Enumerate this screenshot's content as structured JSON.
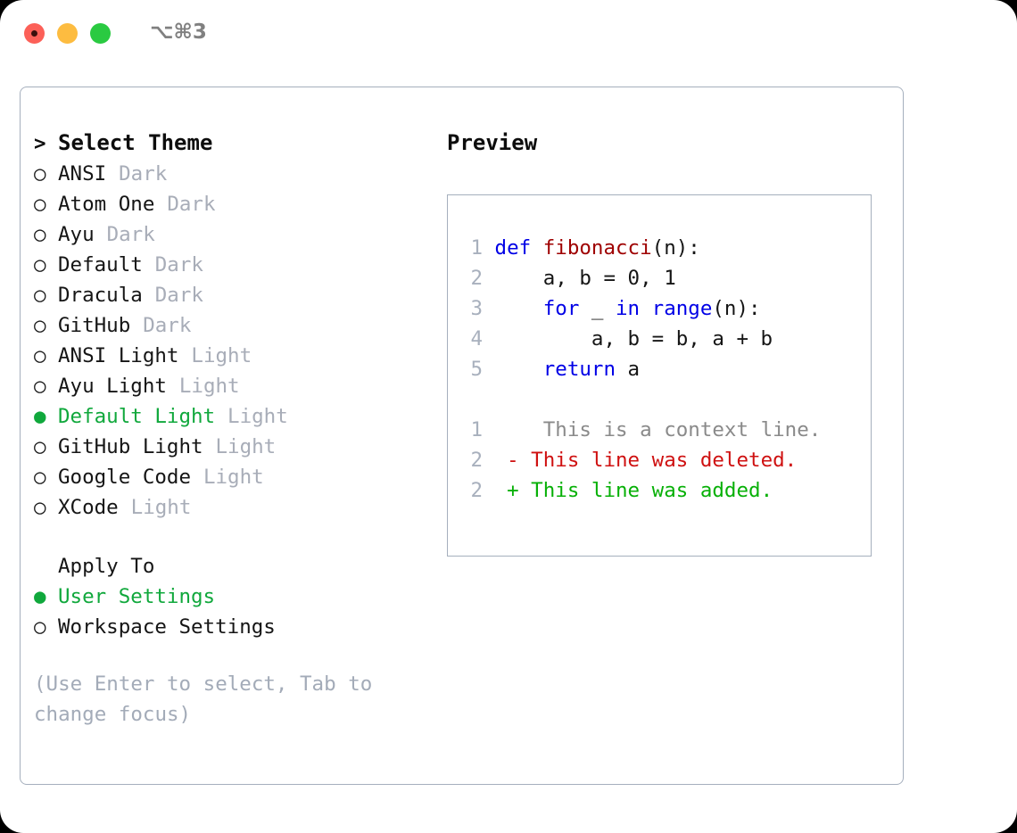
{
  "window": {
    "traffic_lights": [
      "close",
      "minimize",
      "maximize"
    ],
    "shortcut_label": "⌥⌘3"
  },
  "theme_picker": {
    "header_marker": ">",
    "header_label": "Select Theme",
    "markers": {
      "selected": "●",
      "unselected": "○"
    },
    "items": [
      {
        "label": "ANSI",
        "suffix": "Dark",
        "selected": false
      },
      {
        "label": "Atom One",
        "suffix": "Dark",
        "selected": false
      },
      {
        "label": "Ayu",
        "suffix": "Dark",
        "selected": false
      },
      {
        "label": "Default",
        "suffix": "Dark",
        "selected": false
      },
      {
        "label": "Dracula",
        "suffix": "Dark",
        "selected": false
      },
      {
        "label": "GitHub",
        "suffix": "Dark",
        "selected": false
      },
      {
        "label": "ANSI Light",
        "suffix": "Light",
        "selected": false
      },
      {
        "label": "Ayu Light",
        "suffix": "Light",
        "selected": false
      },
      {
        "label": "Default Light",
        "suffix": "Light",
        "selected": true
      },
      {
        "label": "GitHub Light",
        "suffix": "Light",
        "selected": false
      },
      {
        "label": "Google Code",
        "suffix": "Light",
        "selected": false
      },
      {
        "label": "XCode",
        "suffix": "Light",
        "selected": false
      }
    ]
  },
  "apply_to": {
    "title": "Apply To",
    "options": [
      {
        "label": "User Settings",
        "selected": true
      },
      {
        "label": "Workspace Settings",
        "selected": false
      }
    ]
  },
  "hint": "(Use Enter to select, Tab to change focus)",
  "preview": {
    "title": "Preview",
    "code_lines": [
      {
        "no": "1",
        "tokens": [
          {
            "t": "def ",
            "c": "kw"
          },
          {
            "t": "fibonacci",
            "c": "fn"
          },
          {
            "t": "(n):",
            "c": "plain"
          }
        ]
      },
      {
        "no": "2",
        "tokens": [
          {
            "t": "    a, b = 0, 1",
            "c": "plain"
          }
        ]
      },
      {
        "no": "3",
        "tokens": [
          {
            "t": "    ",
            "c": "plain"
          },
          {
            "t": "for",
            "c": "kw"
          },
          {
            "t": " _ ",
            "c": "plain"
          },
          {
            "t": "in",
            "c": "kw"
          },
          {
            "t": " ",
            "c": "plain"
          },
          {
            "t": "range",
            "c": "kw"
          },
          {
            "t": "(n):",
            "c": "plain"
          }
        ]
      },
      {
        "no": "4",
        "tokens": [
          {
            "t": "        a, b = b, a + b",
            "c": "plain"
          }
        ]
      },
      {
        "no": "5",
        "tokens": [
          {
            "t": "    ",
            "c": "plain"
          },
          {
            "t": "return",
            "c": "kw"
          },
          {
            "t": " a",
            "c": "plain"
          }
        ]
      }
    ],
    "diff_lines": [
      {
        "no": "1",
        "sign": " ",
        "text": "  This is a context line.",
        "kind": "context"
      },
      {
        "no": "2",
        "sign": "-",
        "text": " This line was deleted.",
        "kind": "deleted"
      },
      {
        "no": "2",
        "sign": "+",
        "text": " This line was added.",
        "kind": "added"
      }
    ]
  },
  "colors": {
    "green_selected": "#10a83c",
    "gray_suffix": "#a8adb8",
    "border": "#a5afbd",
    "keyword_blue": "#0000e6",
    "function_red": "#9e0000",
    "diff_deleted": "#cf1111",
    "diff_added": "#07b007",
    "diff_context": "#8a8a8a",
    "line_number": "#a8b0bd",
    "hint_gray": "#a3abb8",
    "shortcut_gray": "#808080"
  }
}
